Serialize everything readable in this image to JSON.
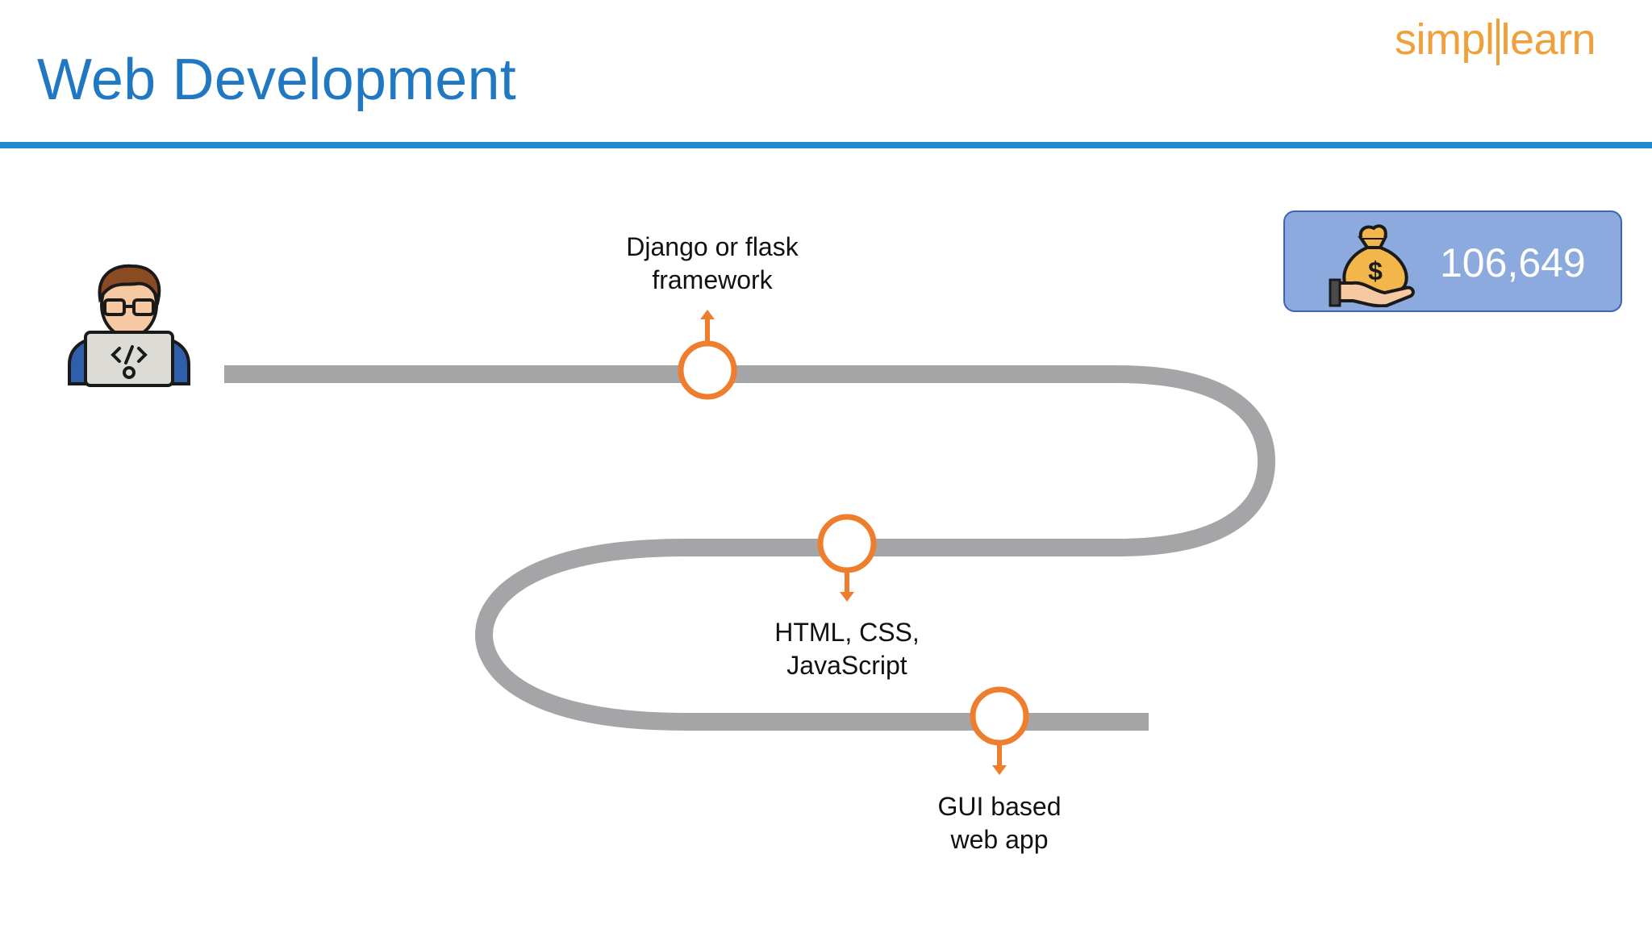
{
  "slide": {
    "title": "Web Development",
    "brand": {
      "left": "simpl",
      "right": "learn"
    }
  },
  "milestones": [
    {
      "text": "Django or flask\nframework",
      "arrow": "up"
    },
    {
      "text": "HTML, CSS,\nJavaScript",
      "arrow": "down"
    },
    {
      "text": "GUI based\nweb app",
      "arrow": "down"
    }
  ],
  "salary": {
    "value": "106,649",
    "icon": "money-bag-hand-icon"
  },
  "icons": {
    "developer": "developer-laptop-icon",
    "milestone": "milestone-ring-icon"
  },
  "colors": {
    "title": "#1f78c1",
    "rule": "#1f8ad0",
    "road": "#a5a4a7",
    "milestone": "#ee7d2e",
    "salary_box": "#8daadf",
    "brand": "#f0a03a"
  }
}
